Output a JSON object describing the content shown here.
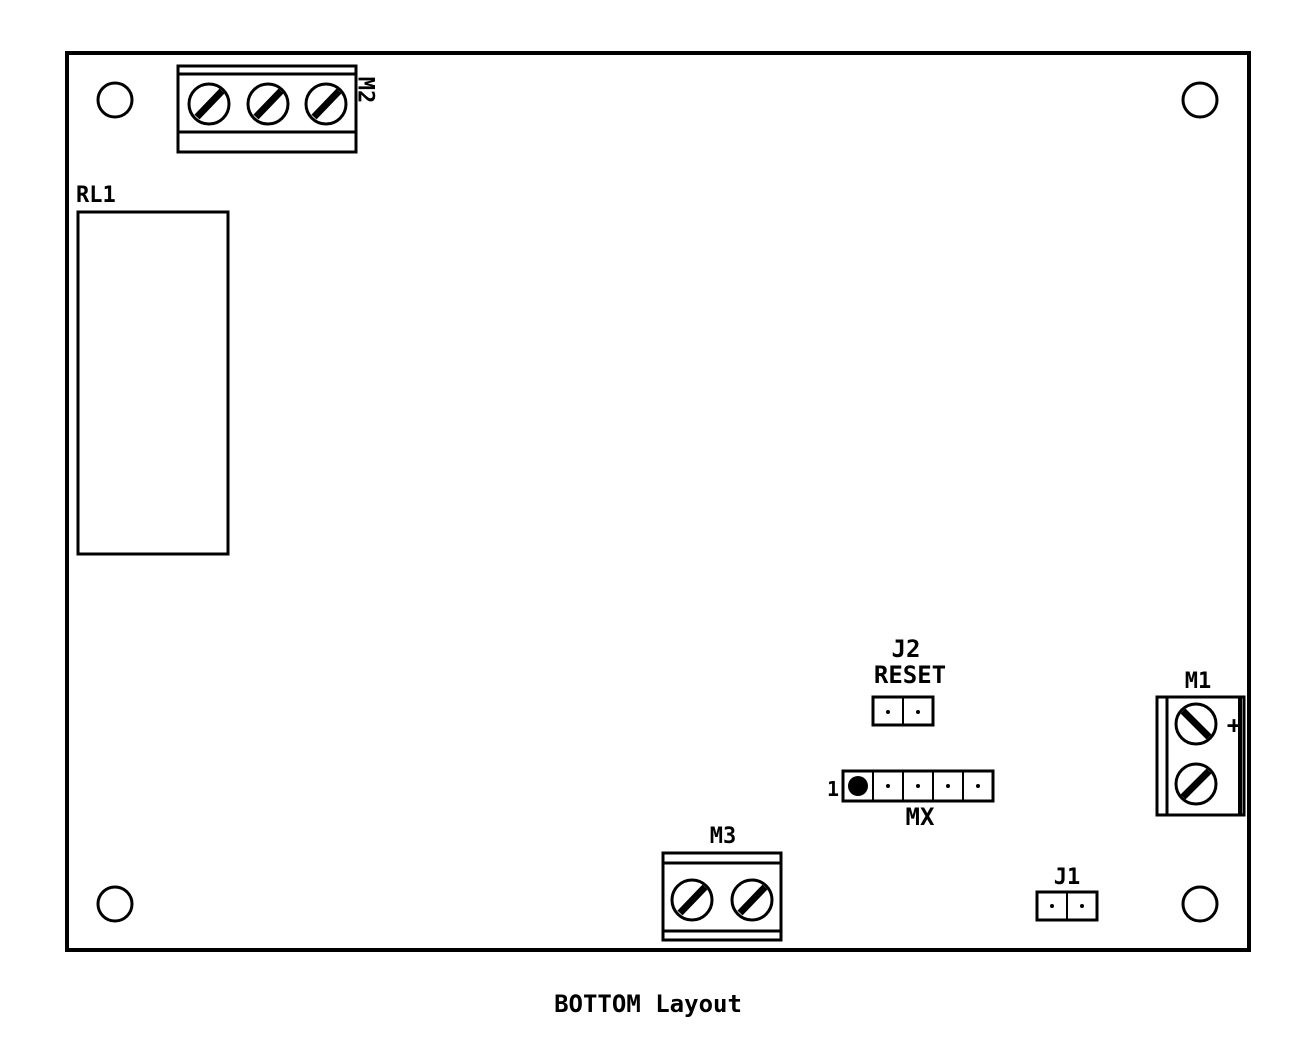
{
  "board": {
    "caption": "BOTTOM Layout",
    "stroke_color": "#000000",
    "background_color": "#ffffff"
  },
  "components": {
    "m2": {
      "label": "M2",
      "type": "screw-terminal",
      "terminals": 3
    },
    "rl1": {
      "label": "RL1",
      "type": "relay"
    },
    "j2": {
      "label": "J2",
      "sublabel": "RESET",
      "type": "pin-header",
      "pins": 2
    },
    "mx": {
      "label": "MX",
      "pin1_marker": "1",
      "type": "pin-header",
      "pins": 5
    },
    "m1": {
      "label": "M1",
      "polarity_mark": "+",
      "type": "screw-terminal",
      "terminals": 2
    },
    "m3": {
      "label": "M3",
      "type": "screw-terminal",
      "terminals": 2
    },
    "j1": {
      "label": "J1",
      "type": "pin-header",
      "pins": 2
    }
  },
  "mounting_holes": 4
}
